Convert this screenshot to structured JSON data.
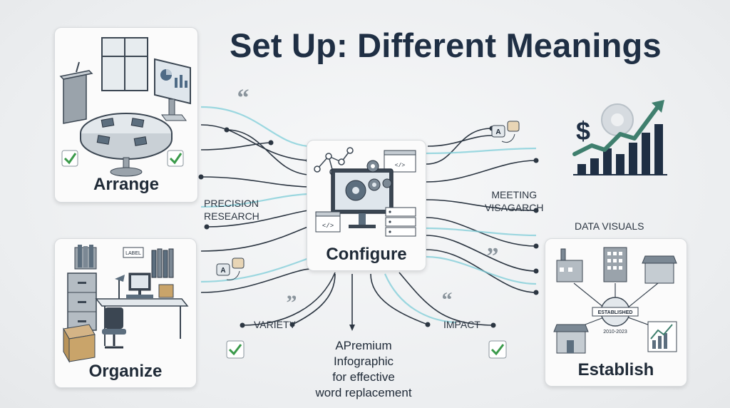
{
  "title": "Set Up: Different Meanings",
  "cards": {
    "arrange": "Arrange",
    "organize": "Organize",
    "configure": "Configure",
    "establish": "Establish"
  },
  "notes": {
    "precision_research": [
      "PRECISION",
      "RESEARCH"
    ],
    "meeting": [
      "MEETING",
      "VISAGARCH"
    ],
    "data_visuals": "DATA VISUALS",
    "variety": "VARIETY",
    "impact": "IMPACT",
    "center": [
      "APremium",
      "Infographic",
      "for effective",
      "word replacement"
    ]
  },
  "labels": {
    "label_tag": "LABEL",
    "established_badge": "ESTABLISHED",
    "established_years": "2010-2023",
    "dollar": "$",
    "translate_a": "A"
  },
  "colors": {
    "navy": "#1f2f44",
    "check_green": "#3a9a4a",
    "wire_dark": "#2c3642",
    "wire_teal": "#7ecdd8",
    "chart_green": "#3f7f6e"
  }
}
